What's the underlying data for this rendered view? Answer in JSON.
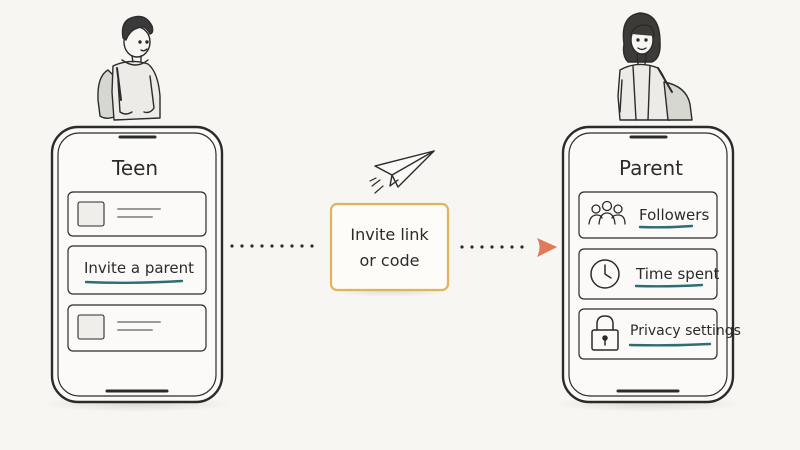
{
  "teen_phone": {
    "title": "Teen",
    "rows": [
      {
        "type": "placeholder"
      },
      {
        "type": "text",
        "label": "Invite a parent"
      },
      {
        "type": "placeholder"
      }
    ]
  },
  "invite_card": {
    "line1": "Invite link",
    "line2": "or code",
    "icon": "paper-plane-icon"
  },
  "parent_phone": {
    "title": "Parent",
    "rows": [
      {
        "icon": "people-icon",
        "label": "Followers"
      },
      {
        "icon": "clock-icon",
        "label": "Time spent"
      },
      {
        "icon": "padlock-icon",
        "label": "Privacy settings"
      }
    ]
  },
  "colors": {
    "underline": "#2e6e73",
    "card_border": "#e0b45c",
    "arrow_head": "#e07b5a",
    "ink": "#2b2b2b"
  }
}
